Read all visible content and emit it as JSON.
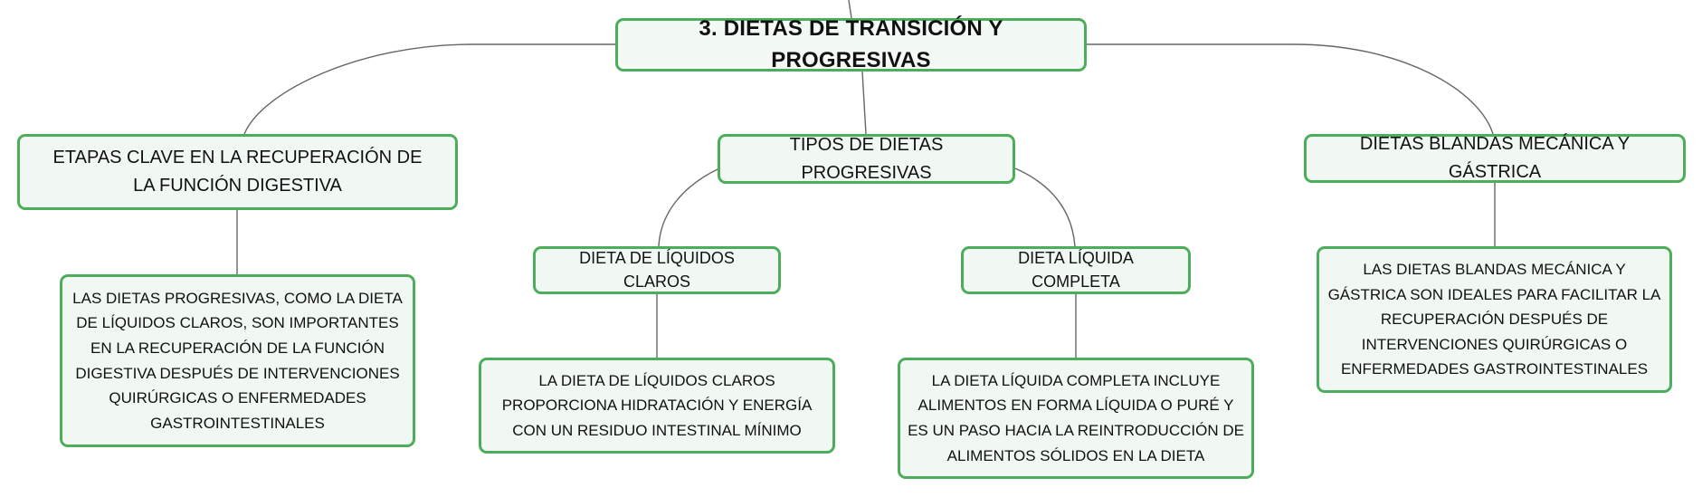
{
  "diagram": {
    "root": {
      "label": "3. DIETAS DE TRANSICIÓN Y PROGRESIVAS"
    },
    "etapas": {
      "label": "ETAPAS CLAVE EN LA RECUPERACIÓN DE LA FUNCIÓN DIGESTIVA"
    },
    "etapas_desc": {
      "label": "LAS DIETAS PROGRESIVAS, COMO LA DIETA DE LÍQUIDOS CLAROS, SON IMPORTANTES EN LA RECUPERACIÓN DE LA FUNCIÓN DIGESTIVA DESPUÉS DE INTERVENCIONES QUIRÚRGICAS O ENFERMEDADES GASTROINTESTINALES"
    },
    "tipos": {
      "label": "TIPOS DE DIETAS PROGRESIVAS"
    },
    "liquidos_claros": {
      "label": "DIETA DE LÍQUIDOS CLAROS"
    },
    "liquidos_claros_desc": {
      "label": "LA DIETA DE LÍQUIDOS CLAROS PROPORCIONA HIDRATACIÓN Y ENERGÍA CON UN RESIDUO INTESTINAL MÍNIMO"
    },
    "liquida_completa": {
      "label": "DIETA LÍQUIDA COMPLETA"
    },
    "liquida_completa_desc": {
      "label": "LA DIETA LÍQUIDA COMPLETA INCLUYE ALIMENTOS EN FORMA LÍQUIDA O PURÉ Y ES UN PASO HACIA LA REINTRODUCCIÓN DE ALIMENTOS SÓLIDOS EN LA DIETA"
    },
    "blandas": {
      "label": "DIETAS BLANDAS MECÁNICA Y GÁSTRICA"
    },
    "blandas_desc": {
      "label": "LAS DIETAS BLANDAS MECÁNICA Y GÁSTRICA SON IDEALES PARA FACILITAR LA RECUPERACIÓN DESPUÉS DE INTERVENCIONES QUIRÚRGICAS O ENFERMEDADES GASTROINTESTINALES"
    },
    "colors": {
      "border": "#4cae5a",
      "fill": "#f1f8f3",
      "connector": "#666666"
    }
  }
}
